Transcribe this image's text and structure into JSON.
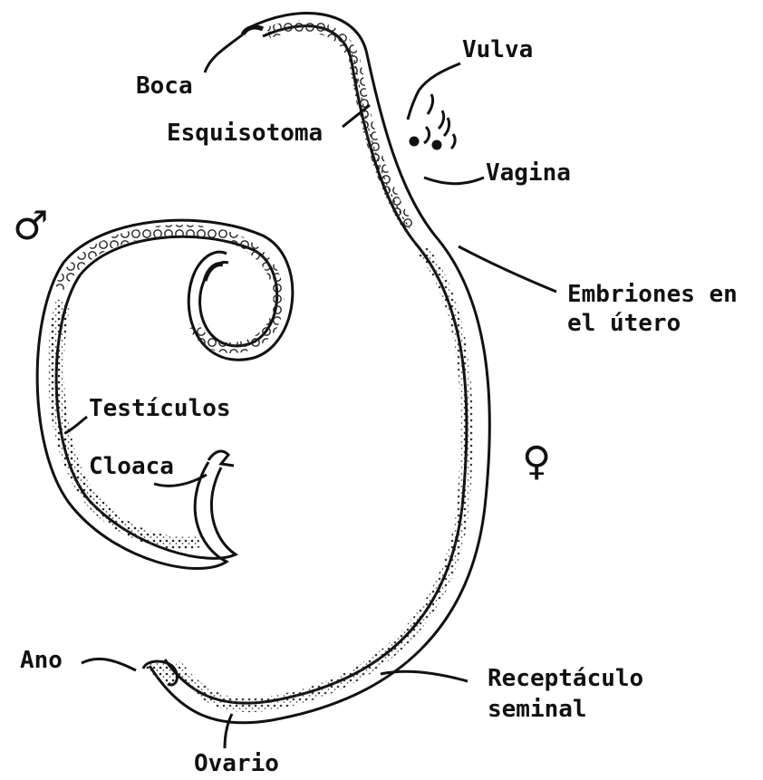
{
  "diagram": {
    "labels": {
      "boca": "Boca",
      "esquisotoma": "Esquisotoma",
      "vulva": "Vulva",
      "vagina": "Vagina",
      "embriones_line1": "Embriones en",
      "embriones_line2": "el útero",
      "testiculos": "Testículos",
      "cloaca": "Cloaca",
      "ano": "Ano",
      "receptaculo_line1": "Receptáculo",
      "receptaculo_line2": "seminal",
      "ovario": "Ovario"
    },
    "symbols": {
      "male": "♂",
      "female": "♀"
    }
  }
}
